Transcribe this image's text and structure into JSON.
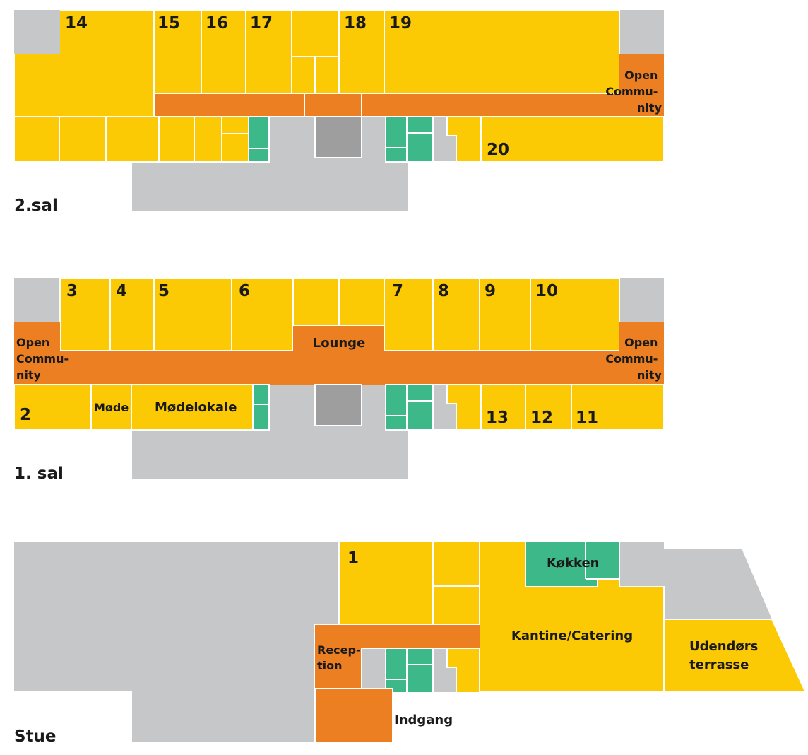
{
  "colors": {
    "office": "#fcca05",
    "corridor": "#ec7f22",
    "wet_room": "#3db888",
    "shaft": "#9e9e9e",
    "building": "#c6c7c8",
    "text": "#1a1a1a",
    "background": "#ffffff"
  },
  "floors": {
    "second": {
      "name": "2.sal",
      "rooms": {
        "r14": "14",
        "r15": "15",
        "r16": "16",
        "r17": "17",
        "r18": "18",
        "r19": "19",
        "r20": "20"
      },
      "open_community": [
        "Open",
        "Commu-",
        "nity"
      ]
    },
    "first": {
      "name": "1. sal",
      "rooms": {
        "r2": "2",
        "r3": "3",
        "r4": "4",
        "r5": "5",
        "r6": "6",
        "r7": "7",
        "r8": "8",
        "r9": "9",
        "r10": "10",
        "r11": "11",
        "r12": "12",
        "r13": "13"
      },
      "lounge": "Lounge",
      "mode": "Møde",
      "modelokale": "Mødelokale",
      "open_community_left": [
        "Open",
        "Commu-",
        "nity"
      ],
      "open_community_right": [
        "Open",
        "Commu-",
        "nity"
      ]
    },
    "ground": {
      "name": "Stue",
      "rooms": {
        "r1": "1"
      },
      "kokken": "Køkken",
      "kantine": "Kantine/Catering",
      "udendors": [
        "Udendørs",
        "terrasse"
      ],
      "reception": [
        "Recep-",
        "tion"
      ],
      "indgang": "Indgang"
    }
  }
}
